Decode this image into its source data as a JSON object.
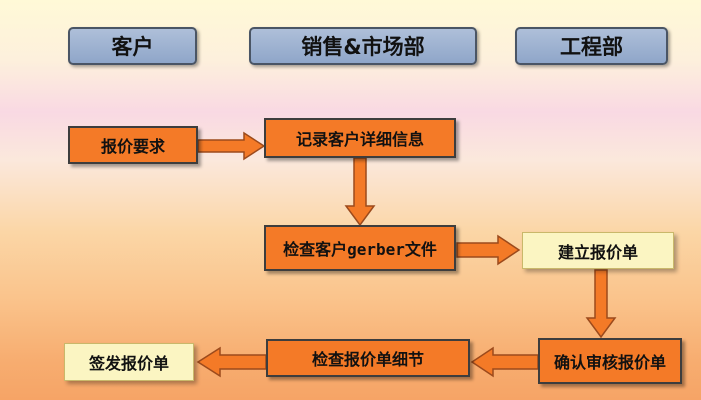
{
  "headers": {
    "customer": "客户",
    "sales": "销售&市场部",
    "engineering": "工程部"
  },
  "nodes": {
    "quote_request": "报价要求",
    "record_info": "记录客户详细信息",
    "check_gerber_prefix": "检查客户",
    "check_gerber_mono": "gerber",
    "check_gerber_suffix": "文件",
    "create_quote": "建立报价单",
    "confirm_review": "确认审核报价单",
    "check_details": "检查报价单细节",
    "issue_quote": "签发报价单"
  },
  "colors": {
    "header_fill": "#9fb3d3",
    "node_orange": "#f47a27",
    "node_cream": "#fbf5c2",
    "arrow_fill": "#f47a27",
    "arrow_stroke": "#9c4a1c"
  }
}
